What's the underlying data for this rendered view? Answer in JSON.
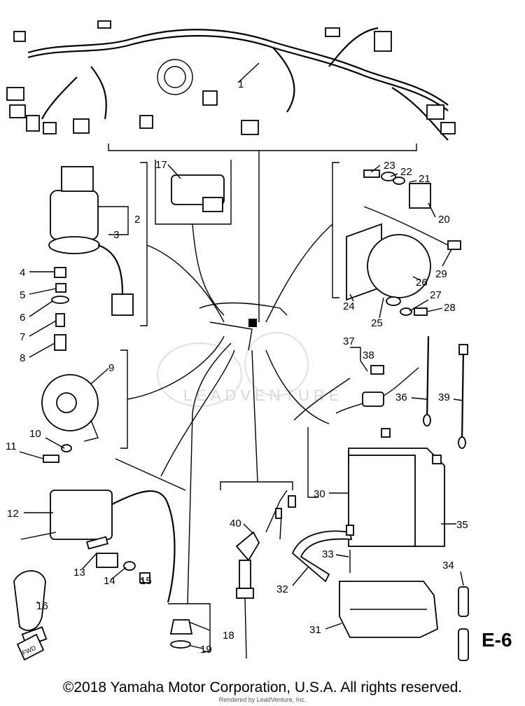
{
  "diagram": {
    "callouts": [
      "1",
      "2",
      "3",
      "4",
      "5",
      "6",
      "7",
      "8",
      "9",
      "10",
      "11",
      "12",
      "13",
      "14",
      "15",
      "16",
      "17",
      "18",
      "19",
      "20",
      "21",
      "22",
      "23",
      "24",
      "25",
      "26",
      "27",
      "28",
      "29",
      "30",
      "31",
      "32",
      "33",
      "34",
      "35",
      "36",
      "37",
      "38",
      "39",
      "40"
    ],
    "badge": "FWD",
    "watermark": "LEADVENTURE"
  },
  "page_code": "E-6",
  "footer": {
    "copyright": "©2018 Yamaha Motor Corporation, U.S.A. All rights reserved.",
    "rendered_by": "Rendered by LeadVenture, Inc."
  }
}
